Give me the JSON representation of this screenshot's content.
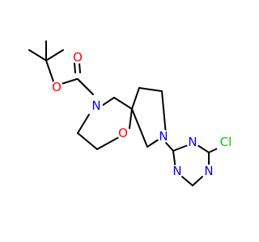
{
  "molecule": {
    "atom_labels": {
      "carbonyl_oxygen": "O",
      "ester_oxygen": "O",
      "piperidine_n": "N",
      "ring_oxygen": "O",
      "pyrrolidine_n": "N",
      "triazine_n1": "N",
      "triazine_n3": "N",
      "triazine_n5": "N",
      "chlorine": "Cl"
    },
    "colors": {
      "bond": "#000000",
      "oxygen": "#ff0000",
      "nitrogen": "#0000ff",
      "chlorine": "#00cc00"
    }
  }
}
